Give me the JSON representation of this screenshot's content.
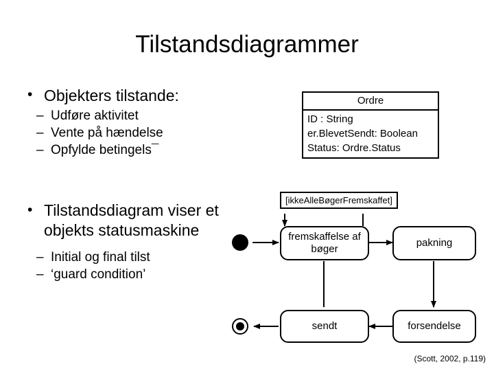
{
  "slide": {
    "title": "Tilstandsdiagrammer",
    "bullet1": {
      "text": "Objekters tilstande:",
      "sub": [
        "Udføre aktivitet",
        "Vente på hændelse",
        "Opfylde betingels¯"
      ]
    },
    "bullet2": {
      "text": "Tilstandsdiagram viser et objekts statusmaskine",
      "sub": [
        "Initial og final tilst",
        "‘guard condition’"
      ]
    },
    "credit": "(Scott, 2002, p.119)"
  },
  "class_box": {
    "name": "Ordre",
    "attributes": [
      "ID : String",
      "er.BlevetSendt: Boolean",
      "Status: Ordre.Status"
    ]
  },
  "state_diagram": {
    "guard_label": "[ikkeAlleBøgerFremskaffet]",
    "states": [
      "fremskaffelse af bøger",
      "pakning",
      "forsendelse",
      "sendt"
    ],
    "initial_node": "initial-state",
    "final_node": "final-state"
  }
}
